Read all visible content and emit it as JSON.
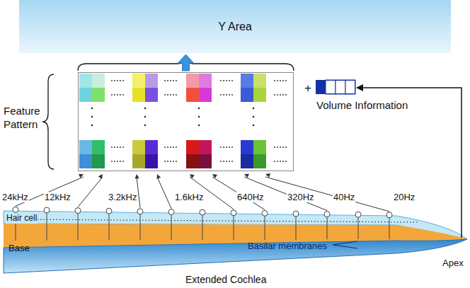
{
  "diagram": {
    "nodes": [
      {
        "text": [
          "Y Area"
        ]
      },
      {
        "text": [
          "Feature Pattern"
        ]
      },
      {
        "text": [
          "Volume Information"
        ]
      }
    ],
    "edges": [
      {
        "from": 1,
        "to": 0,
        "arrow": "to"
      }
    ],
    "labels": [
      "+",
      "24kHz",
      "12kHz",
      "3.2kHz",
      "1.6kHz",
      "640Hz",
      "320Hz",
      "40Hz",
      "20Hz",
      "Hair cell",
      "Base",
      "Basilar membranes",
      "Apex",
      "Extended Cochlea"
    ]
  }
}
